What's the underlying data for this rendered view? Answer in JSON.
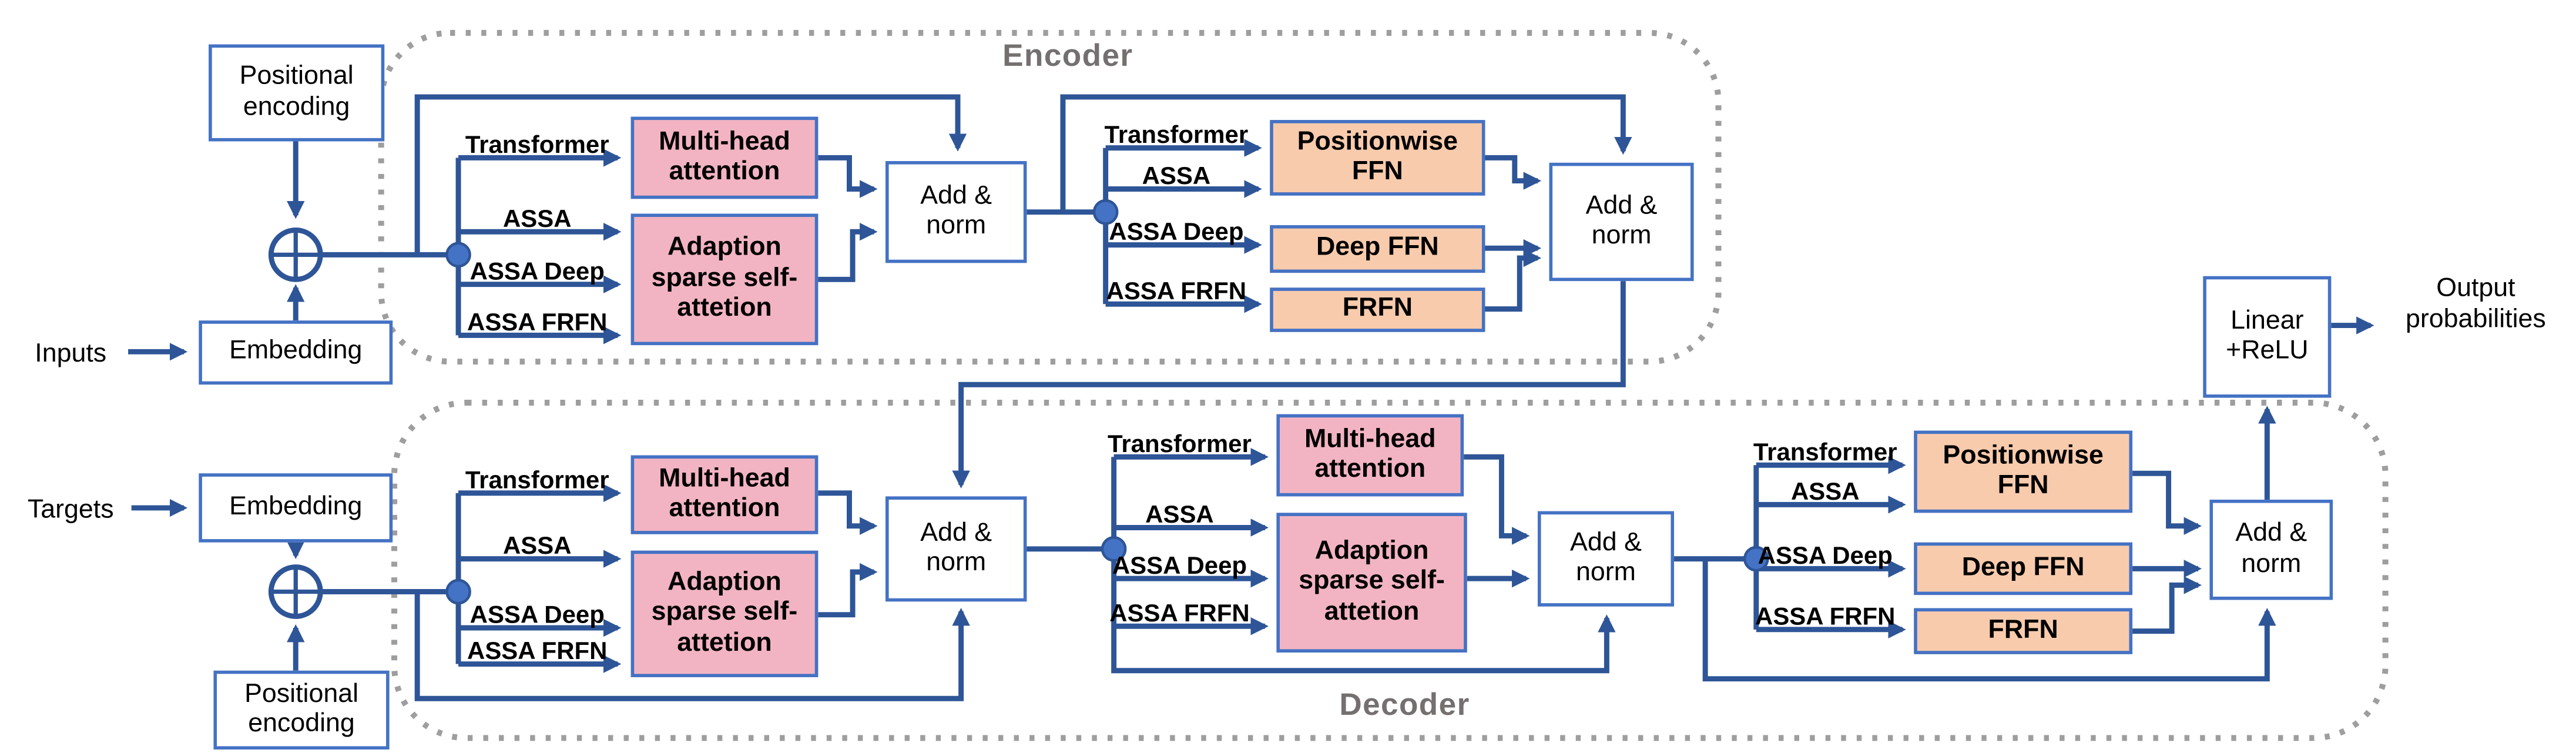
{
  "figure": {
    "regions": {
      "encoder_label": "Encoder",
      "decoder_label": "Decoder"
    },
    "io": {
      "inputs": "Inputs",
      "targets": "Targets",
      "output_probabilities": "Output probabilities"
    },
    "branch_labels": {
      "transformer": "Transformer",
      "assa": "ASSA",
      "assa_deep": "ASSA Deep",
      "assa_frfn": "ASSA FRFN"
    },
    "boxes": {
      "positional_encoding": "Positional encoding",
      "embedding": "Embedding",
      "multi_head_attention": "Multi-head attention",
      "adaption_sparse_self_attention": "Adaption sparse self-attetion",
      "add_norm": "Add & norm",
      "positionwise_ffn": "Positionwise FFN",
      "deep_ffn": "Deep FFN",
      "frfn": "FRFN",
      "linear_relu": "Linear +ReLU"
    },
    "icons": {
      "plus_circle": "circled-plus add operator",
      "junction_dot": "branch junction dot"
    },
    "colors": {
      "line_blue": "#2E5597",
      "box_border_blue": "#4472C4",
      "pink_fill": "#F2B4C2",
      "orange_fill": "#F8CBAD",
      "junction_fill": "#4472C4",
      "outline_gray": "#9E9E9E",
      "region_label_gray": "#757070",
      "text_black": "#000000"
    }
  }
}
